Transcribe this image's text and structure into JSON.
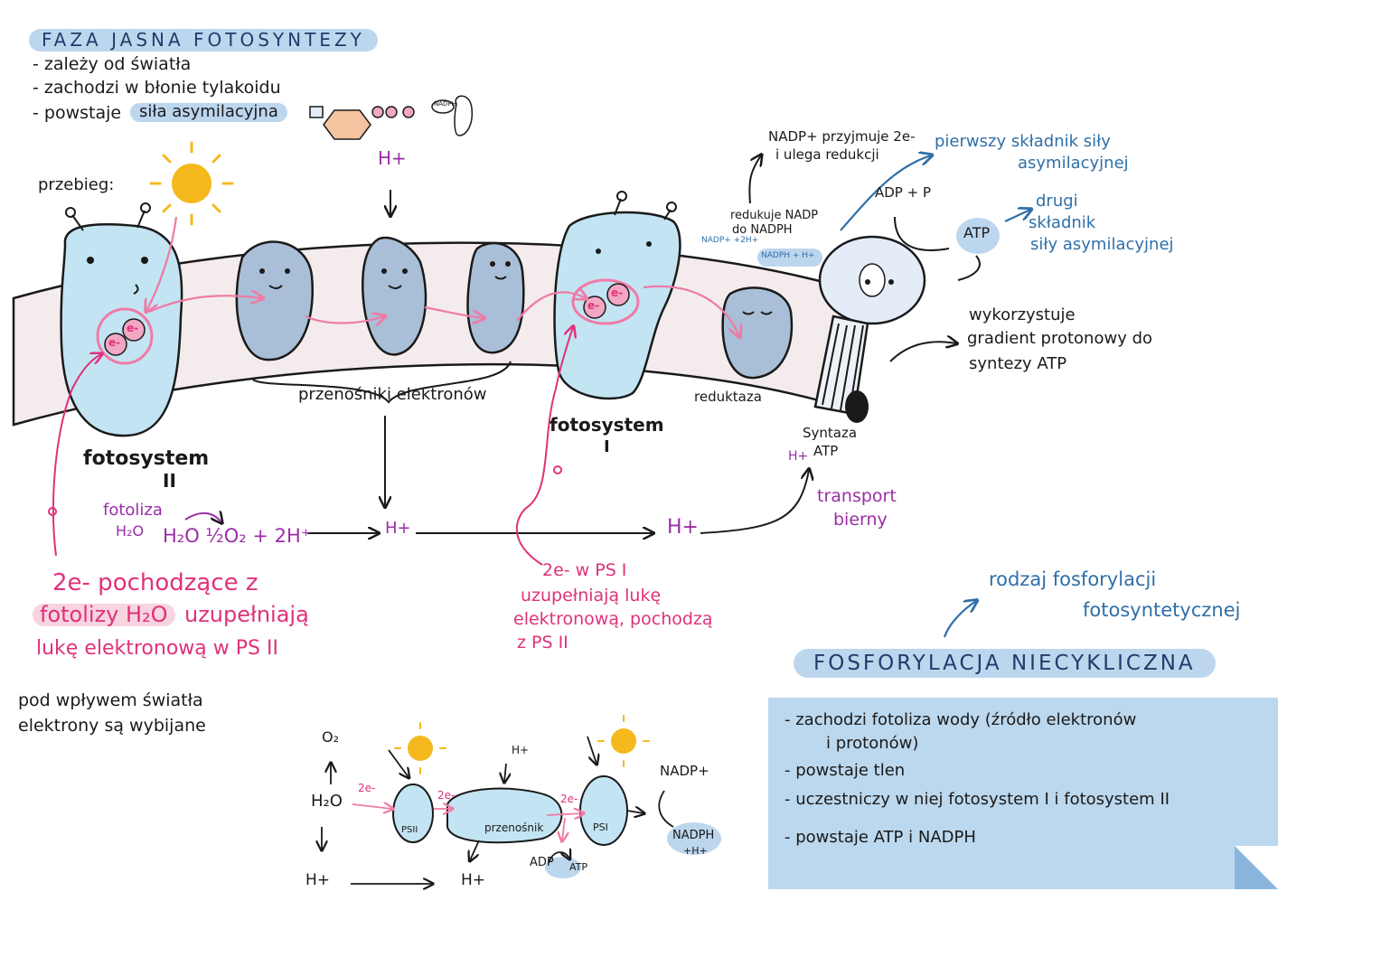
{
  "title": "FAZA JASNA FOTOSYNTEZY",
  "intro": {
    "line1": "- zależy od światła",
    "line2": "- zachodzi w błonie tylakoidu",
    "line3_prefix": "- powstaje",
    "line3_highlight": "siła asymilacyjna",
    "nadph_small": "NADPH"
  },
  "labels": {
    "przebieg": "przebieg:",
    "h_top": "H+",
    "e1": "e-",
    "e2": "e-",
    "e3": "e-",
    "e4": "e-",
    "przenosniki": "przenośniki elektronów",
    "fotosystem2_a": "fotosystem",
    "fotosystem2_b": "II",
    "fotosystem1_a": "fotosystem",
    "fotosystem1_b": "I",
    "reduktaza": "reduktaza",
    "syntaza_a": "Syntaza",
    "syntaza_b": "ATP",
    "h_syntaza": "H+",
    "nadp_small": "NADP+ +2H+",
    "nadph_h": "NADPH + H+",
    "redukuje_a": "redukuje NADP",
    "redukuje_b": "do NADPH",
    "nadp_przyjmuje_a": "NADP+ przyjmuje 2e-",
    "nadp_przyjmuje_b": "i ulega redukcji",
    "pierwszy_a": "pierwszy składnik siły",
    "pierwszy_b": "asymilacyjnej",
    "adp_p": "ADP + P",
    "atp": "ATP",
    "drugi_a": "drugi",
    "drugi_b": "składnik",
    "drugi_c": "siły asymilacyjnej",
    "gradient_a": "wykorzystuje",
    "gradient_b": "gradient protonowy do",
    "gradient_c": "syntezy ATP",
    "fotoliza_a": "fotoliza",
    "fotoliza_b": "H₂O",
    "fotoliza_eq": "H₂O   ½O₂ + 2H⁺",
    "h_mid1": "H+",
    "h_mid2": "H+",
    "transport_a": "transport",
    "transport_b": "bierny",
    "ps2_note_a": "2e- pochodzące z",
    "ps2_note_b": "fotolizy H₂O",
    "ps2_note_c": "uzupełniają",
    "ps2_note_d": "lukę elektronową w PS II",
    "ps1_note_a": "2e- w PS I",
    "ps1_note_b": "uzupełniają lukę",
    "ps1_note_c": "elektronową, pochodzą",
    "ps1_note_d": "z PS II",
    "swiatlo_a": "pod wpływem światła",
    "swiatlo_b": "elektrony są wybijane",
    "rodzaj_a": "rodzaj fosforylacji",
    "rodzaj_b": "fotosyntetycznej"
  },
  "banner": "FOSFORYLACJA NIECYKLICZNA",
  "note_box": {
    "l1": "- zachodzi fotoliza wody (źródło elektronów",
    "l2": "i protonów)",
    "l3": "- powstaje tlen",
    "l4": "- uczestniczy w niej fotosystem I i fotosystem II",
    "l5": "- powstaje ATP i NADPH"
  },
  "mini": {
    "o2": "O₂",
    "h2o": "H₂O",
    "e_a": "2e-",
    "e_b": "2e-",
    "e_c": "2e-",
    "h_top": "H+",
    "ps2": "PSII",
    "przenosnik": "przenośnik",
    "ps1": "PSI",
    "nadp": "NADP+",
    "nadph_a": "NADPH",
    "nadph_b": "+H+",
    "adp": "ADP",
    "atp": "ATP",
    "h_left": "H+",
    "h_right": "H+"
  },
  "colors": {
    "membrane": "#f4ecec",
    "ps_body": "#c3e4f2",
    "carrier": "#a9bfd8",
    "highlight": "#bcd6ee",
    "pink": "#e0317b",
    "purple": "#9b2ea8",
    "sun": "#f5b91e"
  }
}
